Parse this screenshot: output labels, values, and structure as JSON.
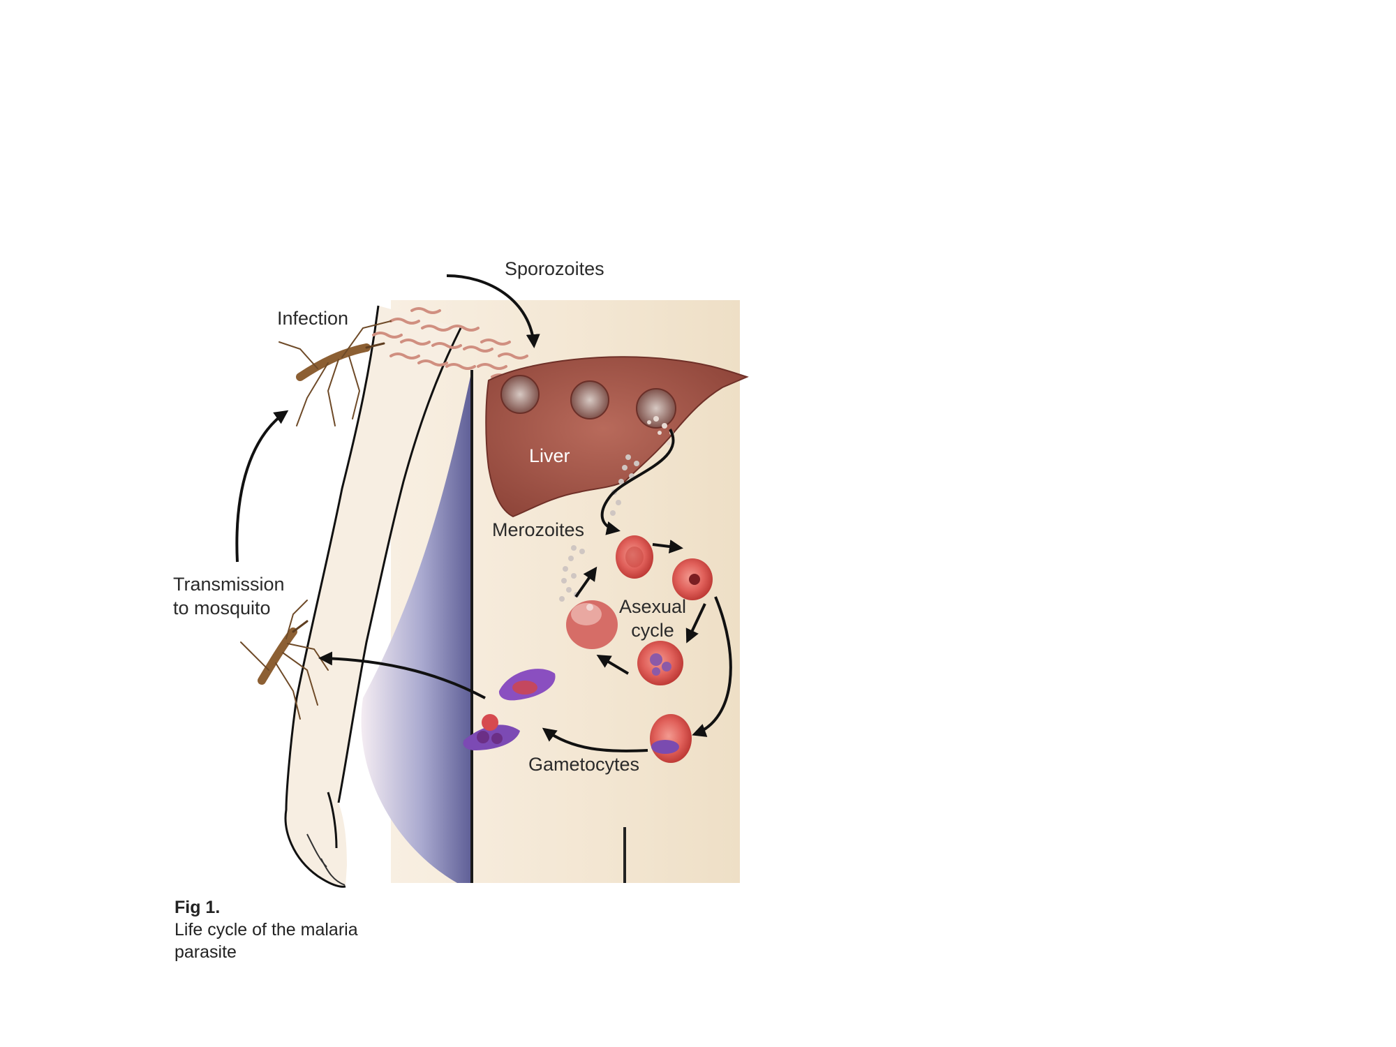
{
  "diagram": {
    "labels": {
      "sporozoites": "Sporozoites",
      "infection": "Infection",
      "liver": "Liver",
      "merozoites": "Merozoites",
      "asexual_line1": "Asexual",
      "asexual_line2": "cycle",
      "transmission_line1": "Transmission",
      "transmission_line2": "to mosquito",
      "gametocytes": "Gametocytes"
    },
    "caption": {
      "title": "Fig 1.",
      "text": "Life cycle of the malaria parasite"
    },
    "colors": {
      "skin": "#f1e4cf",
      "skin_light": "#f8efe2",
      "shadow": "#6f6fa6",
      "liver": "#a5584b",
      "liver_dark": "#7d3b33",
      "rbc": "#d85a55",
      "rbc_dark": "#b8332f",
      "gametocyte": "#8a4fc0",
      "arrow": "#111111",
      "mosquito": "#9a6a3a"
    },
    "icons": [
      "mosquito-icon",
      "liver-icon",
      "red-blood-cell-icon",
      "gametocyte-icon",
      "arrow-icon"
    ]
  }
}
